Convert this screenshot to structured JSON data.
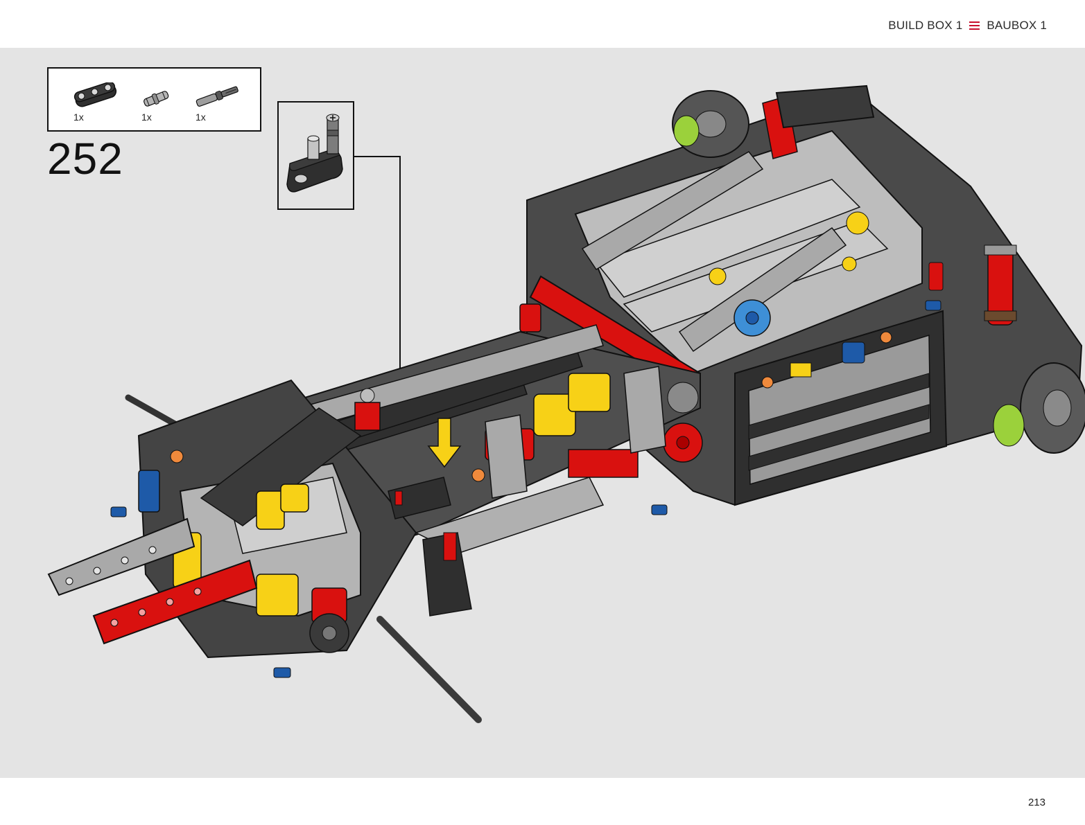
{
  "header": {
    "build_box_en": "BUILD BOX 1",
    "build_box_de": "BAUBOX 1",
    "menu_icon": "menu-icon",
    "accent_color": "#c8102e"
  },
  "parts_list": {
    "items": [
      {
        "name": "technic-beam-3-black",
        "qty": "1x"
      },
      {
        "name": "technic-pin-grey",
        "qty": "1x"
      },
      {
        "name": "technic-axle-pin-dark-grey",
        "qty": "1x"
      }
    ]
  },
  "step": {
    "number": "252"
  },
  "footer": {
    "page_number": "213"
  },
  "colors": {
    "background": "#e4e4e4",
    "black_beam": "#2f2f2f",
    "grey_beam": "#a9a9a9",
    "red_part": "#d9110f",
    "yellow_part": "#f7d117",
    "blue_pin": "#1e5aa8",
    "orange_part": "#f08a3c",
    "lime_part": "#9bd13b"
  }
}
